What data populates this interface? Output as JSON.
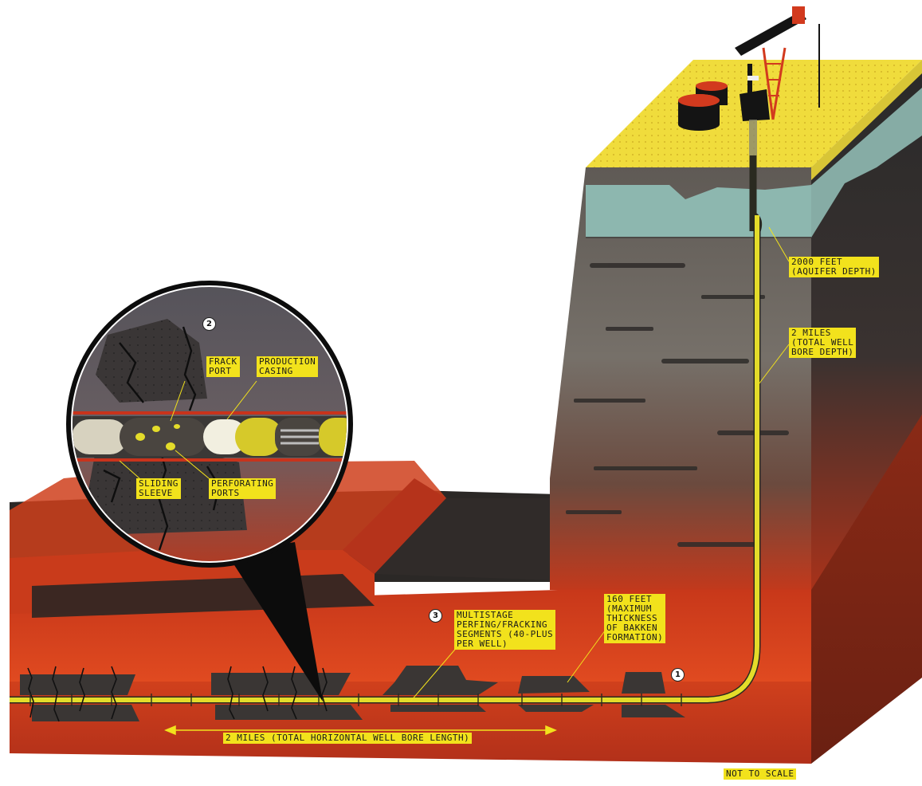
{
  "labels": {
    "aquifer_depth": [
      "2000 FEET",
      "(AQUIFER DEPTH)"
    ],
    "total_depth": [
      "2 MILES",
      "(TOTAL WELL",
      "BORE DEPTH)"
    ],
    "frack_port": [
      "FRACK",
      "PORT"
    ],
    "production_casing": [
      "PRODUCTION",
      "CASING"
    ],
    "sliding_sleeve": [
      "SLIDING",
      "SLEEVE"
    ],
    "perforating_ports": [
      "PERFORATING",
      "PORTS"
    ],
    "multistage": [
      "MULTISTAGE",
      "PERFING/FRACKING",
      "SEGMENTS (40-PLUS",
      "PER WELL)"
    ],
    "bakken_thickness": [
      "160 FEET",
      "(MAXIMUM",
      "THICKNESS",
      "OF BAKKEN",
      "FORMATION)"
    ],
    "horizontal_length": "2 MILES (TOTAL HORIZONTAL WELL BORE LENGTH)",
    "not_to_scale": "NOT TO SCALE"
  },
  "markers": {
    "one": "1",
    "two": "2",
    "three": "3"
  },
  "colors": {
    "surface": "#f0dc3c",
    "aquifer": "#8fb8b0",
    "rock_gray": "#6a6560",
    "rock_dark": "#2a2725",
    "bakken_red": "#d8411c",
    "well_yellow": "#e8e02a",
    "tank": "#1a1a1a",
    "rig_red": "#d23a1e"
  }
}
